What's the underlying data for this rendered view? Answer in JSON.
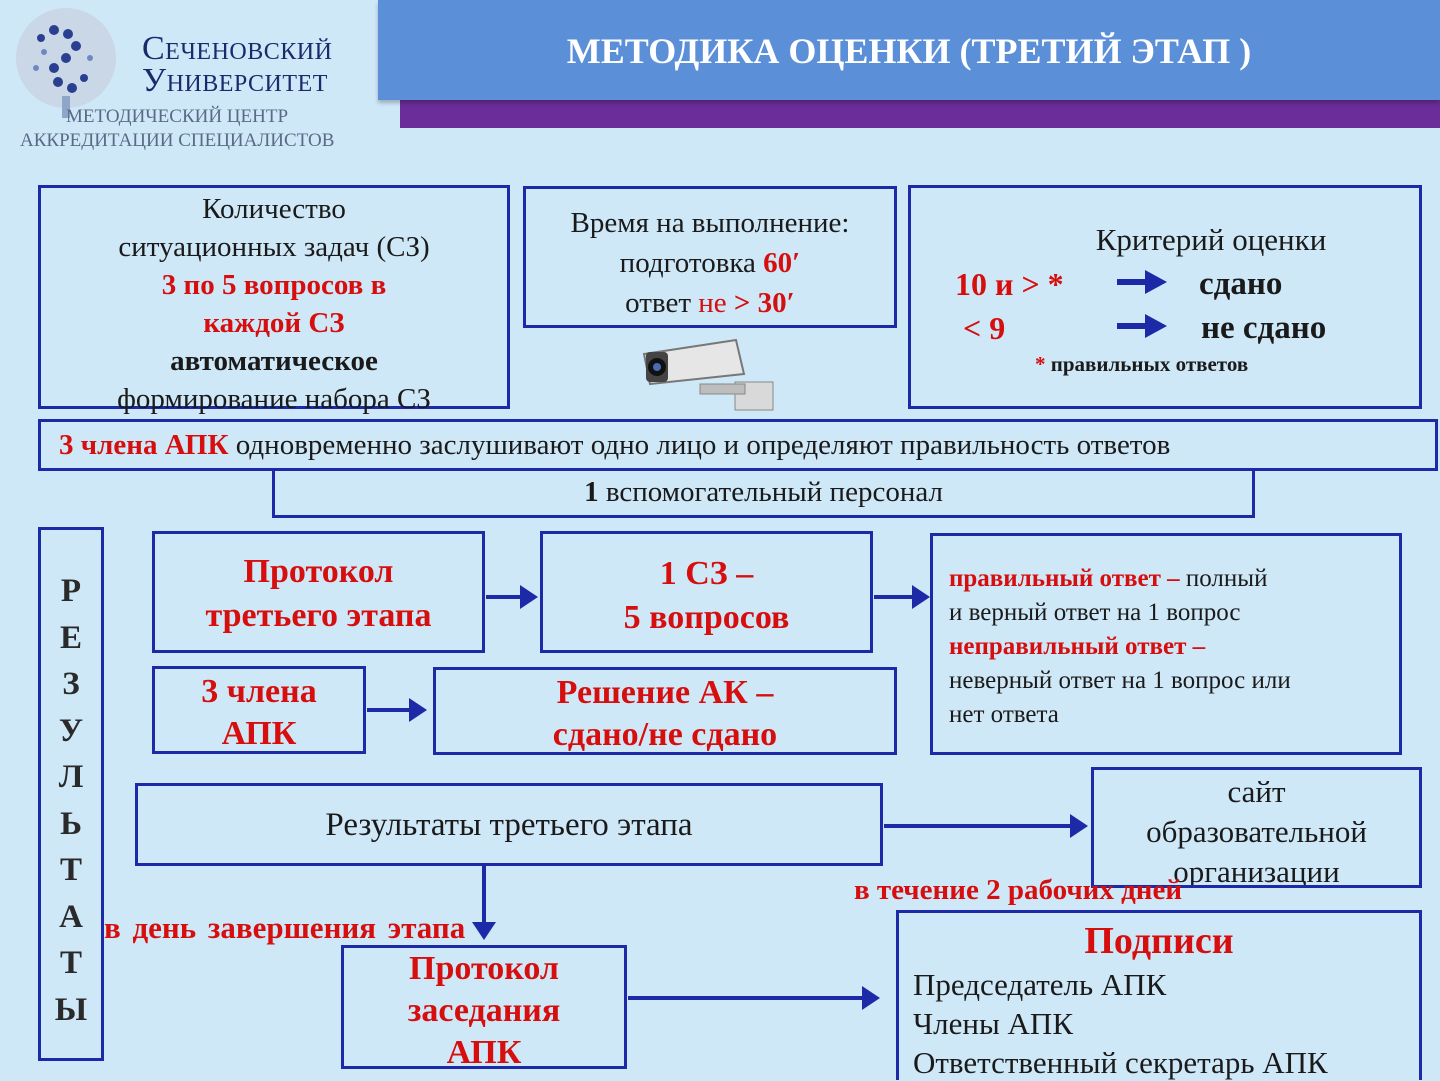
{
  "header": {
    "logo_line1": "Сеченовский",
    "logo_line2": "Университет",
    "sub_line1": "МЕТОДИЧЕСКИЙ ЦЕНТР",
    "sub_line2": "АККРЕДИТАЦИИ СПЕЦИАЛИСТОВ",
    "title": "МЕТОДИКА ОЦЕНКИ (ТРЕТИЙ ЭТАП )"
  },
  "box_tasks": {
    "line1": "Количество",
    "line2": "ситуационных задач (СЗ)",
    "line3": "3 по 5 вопросов в",
    "line4": "каждой СЗ",
    "line5": "автоматическое",
    "line6": "формирование набора СЗ"
  },
  "box_time": {
    "line1": "Время на выполнение:",
    "prep_label": "подготовка",
    "prep_value": "60′",
    "answer_label": "ответ",
    "answer_not": "не",
    "answer_value": "> 30′"
  },
  "box_criteria": {
    "title": "Критерий оценки",
    "pass_value": "10 и > *",
    "pass_label": "сдано",
    "fail_value": "< 9",
    "fail_label": "не сдано",
    "footnote_star": "*",
    "footnote": "правильных ответов"
  },
  "band_members": {
    "strong": "3 члена АПК",
    "rest": "одновременно заслушивают одно лицо и определяют правильность ответов"
  },
  "band_staff": {
    "number": "1",
    "text": "вспомогательный персонал"
  },
  "vertical_label": [
    "Р",
    "Е",
    "З",
    "У",
    "Л",
    "Ь",
    "Т",
    "А",
    "Т",
    "Ы"
  ],
  "protocol_stage": {
    "line1": "Протокол",
    "line2": "третьего этапа"
  },
  "cz_questions": {
    "line1": "1 СЗ –",
    "line2": "5 вопросов"
  },
  "definitions": {
    "correct_label": "правильный ответ –",
    "correct_text_1": "полный",
    "correct_text_2": "и верный ответ на 1 вопрос",
    "wrong_label": "неправильный ответ –",
    "wrong_text_1": "неверный ответ на 1 вопрос или",
    "wrong_text_2": "нет ответа"
  },
  "members_box": {
    "line1": "3 члена",
    "line2": "АПК"
  },
  "decision_box": {
    "line1": "Решение АК –",
    "line2": "сдано/не сдано"
  },
  "results_box": {
    "text": "Результаты третьего этапа"
  },
  "site_box": {
    "line1": "сайт",
    "line2": "образовательной",
    "line3": "организации"
  },
  "note_two_days": "в течение 2 рабочих дней",
  "note_same_day": "в день завершения этапа",
  "meeting_box": {
    "line1": "Протокол",
    "line2": "заседания",
    "line3": "АПК"
  },
  "signatures": {
    "title": "Подписи",
    "item1": "Председатель АПК",
    "item2": "Члены АПК",
    "item3": "Ответственный секретарь АПК"
  }
}
